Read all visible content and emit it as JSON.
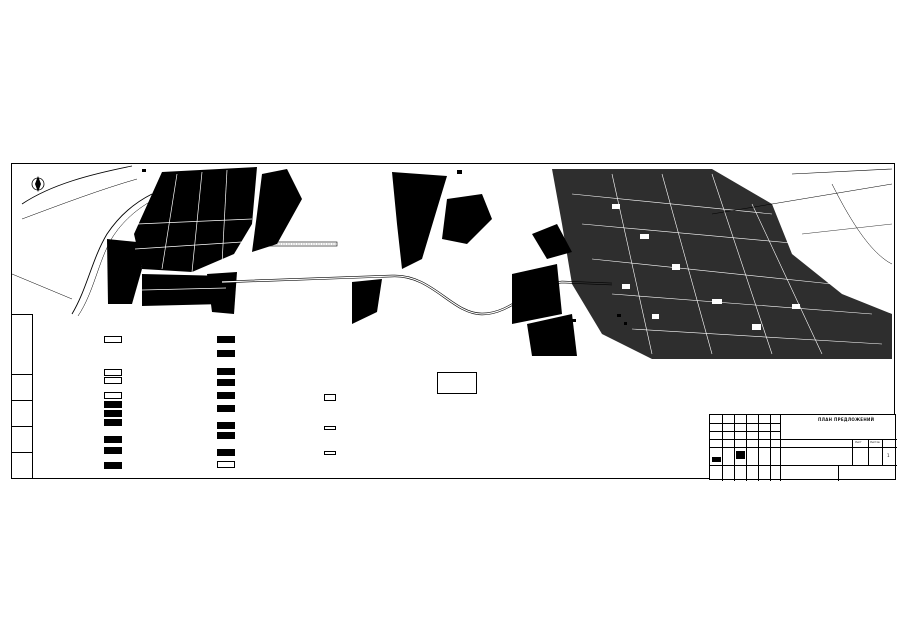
{
  "stamp": {
    "title": "ПЛАН ПРЕДЛОЖЕНИЙ",
    "sheet_label": "Лист",
    "sheets_label": "Листов",
    "sheet_no": "1"
  }
}
